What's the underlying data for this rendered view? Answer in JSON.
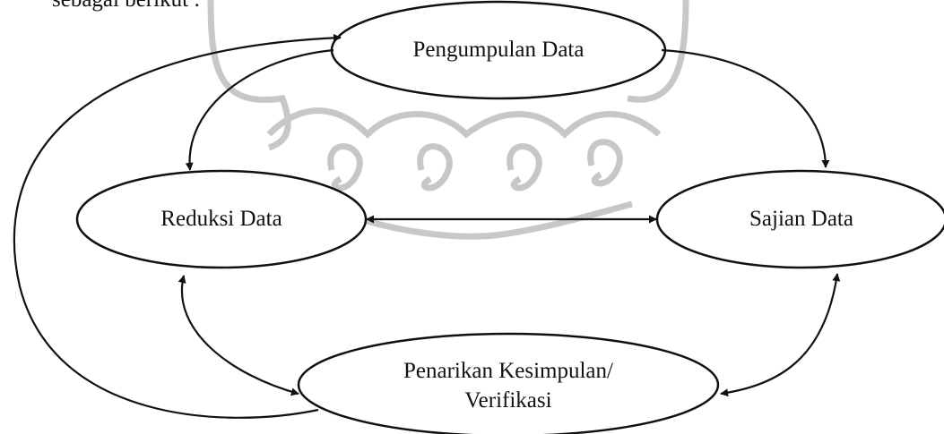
{
  "intro": {
    "text": "sebagai berikut :"
  },
  "nodes": {
    "pengumpulan": {
      "label": "Pengumpulan Data"
    },
    "reduksi": {
      "label": "Reduksi Data"
    },
    "sajian": {
      "label": "Sajian Data"
    },
    "penarikan": {
      "line1": "Penarikan Kesimpulan/",
      "line2": "Verifikasi"
    }
  },
  "colors": {
    "stroke": "#111111",
    "watermark": "#9a9a9a"
  }
}
